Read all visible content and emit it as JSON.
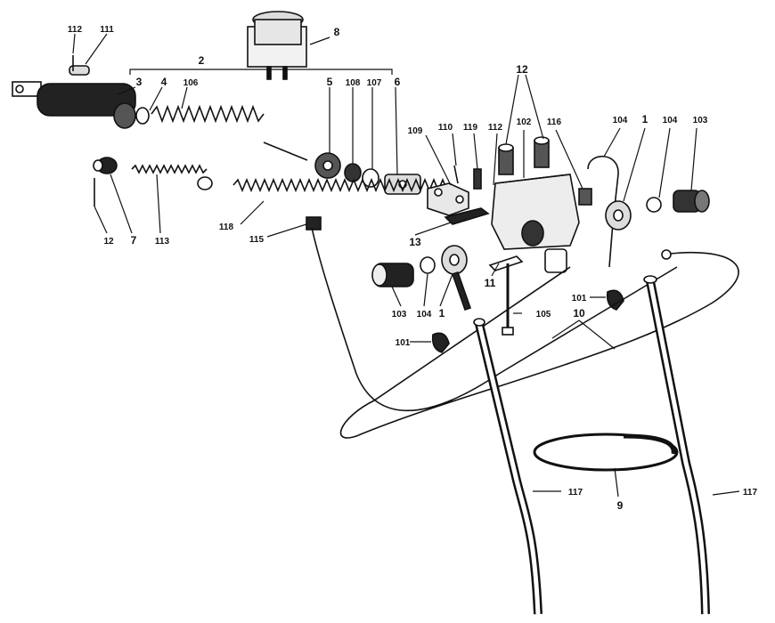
{
  "callouts": {
    "c112a": "112",
    "c111": "111",
    "c2": "2",
    "c3": "3",
    "c4": "4",
    "c106": "106",
    "c5": "5",
    "c108": "108",
    "c107": "107",
    "c6": "6",
    "c8": "8",
    "c12a": "12",
    "c109": "109",
    "c110": "110",
    "c119": "119",
    "c112b": "112",
    "c102": "102",
    "c116": "116",
    "c104a": "104",
    "c1a": "1",
    "c104b": "104",
    "c103a": "103",
    "c112c": "12",
    "c7": "7",
    "c113": "113",
    "c118": "118",
    "c115": "115",
    "c13": "13",
    "c11": "11",
    "c103b": "103",
    "c104c": "104",
    "c1b": "1",
    "c105": "105",
    "c10": "10",
    "c101a": "101",
    "c101b": "101",
    "c117a": "117",
    "c9": "9",
    "c117b": "117"
  }
}
